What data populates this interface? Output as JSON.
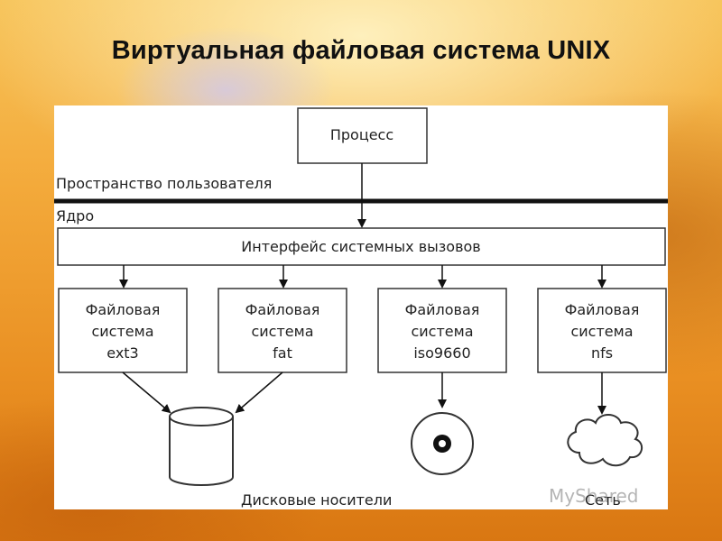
{
  "slide": {
    "title": "Виртуальная файловая система UNIX"
  },
  "diagram": {
    "process_label": "Процесс",
    "user_space_label": "Пространство пользователя",
    "kernel_label": "Ядро",
    "syscall_interface_label": "Интерфейс системных вызовов",
    "filesystems": [
      {
        "line1": "Файловая",
        "line2": "система",
        "line3": "ext3"
      },
      {
        "line1": "Файловая",
        "line2": "система",
        "line3": "fat"
      },
      {
        "line1": "Файловая",
        "line2": "система",
        "line3": "iso9660"
      },
      {
        "line1": "Файловая",
        "line2": "система",
        "line3": "nfs"
      }
    ],
    "disk_media_label": "Дисковые носители",
    "network_label": "Сеть"
  },
  "watermark": {
    "text": "MyShared"
  }
}
